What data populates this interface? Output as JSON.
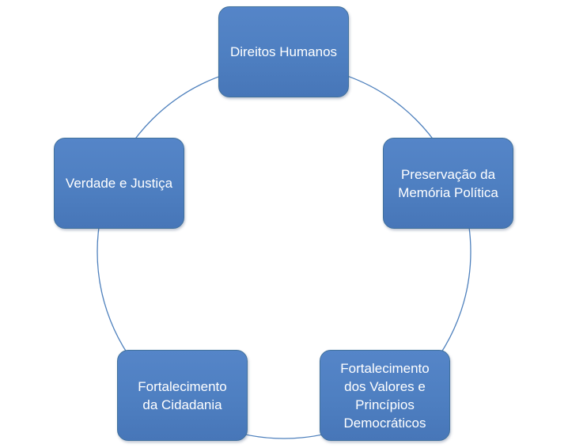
{
  "diagram": {
    "type": "basic-cycle",
    "colors": {
      "node_fill": "#4f81bd",
      "node_border": "#41719c",
      "node_text": "#ffffff",
      "ring_stroke": "#4f81bd",
      "background": "#ffffff"
    },
    "nodes": [
      {
        "label": "Direitos Humanos"
      },
      {
        "label": "Preservação da\nMemória Política"
      },
      {
        "label": "Fortalecimento\ndos Valores e\nPrincípios\nDemocráticos"
      },
      {
        "label": "Fortalecimento\nda Cidadania"
      },
      {
        "label": "Verdade e Justiça"
      }
    ]
  }
}
